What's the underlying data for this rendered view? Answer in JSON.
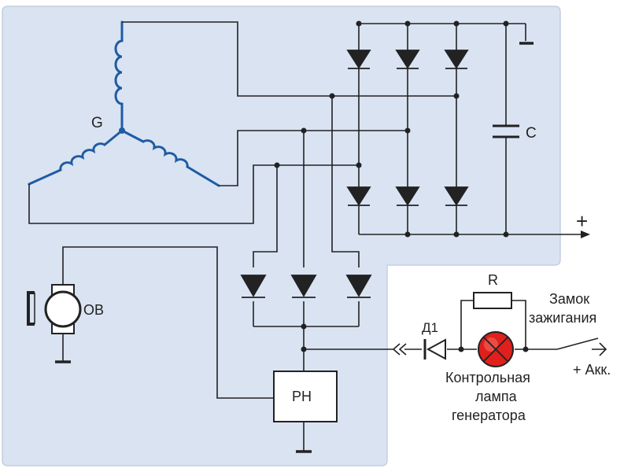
{
  "labels": {
    "generator": "G",
    "capacitor": "C",
    "plus": "+",
    "field_winding": "ОВ",
    "resistor": "R",
    "diode": "Д1",
    "regulator": "РН",
    "ignition_line1": "Замок",
    "ignition_line2": "зажигания",
    "battery": "+ Акк.",
    "lamp_line1": "Контрольная",
    "lamp_line2": "лампа",
    "lamp_line3": "генератора"
  },
  "colors": {
    "panel_fill": "#d9e3f2",
    "panel_edge": "#c4cfdf",
    "wire": "#222222",
    "winding": "#1f5ba3",
    "lamp": "#e0201c"
  }
}
